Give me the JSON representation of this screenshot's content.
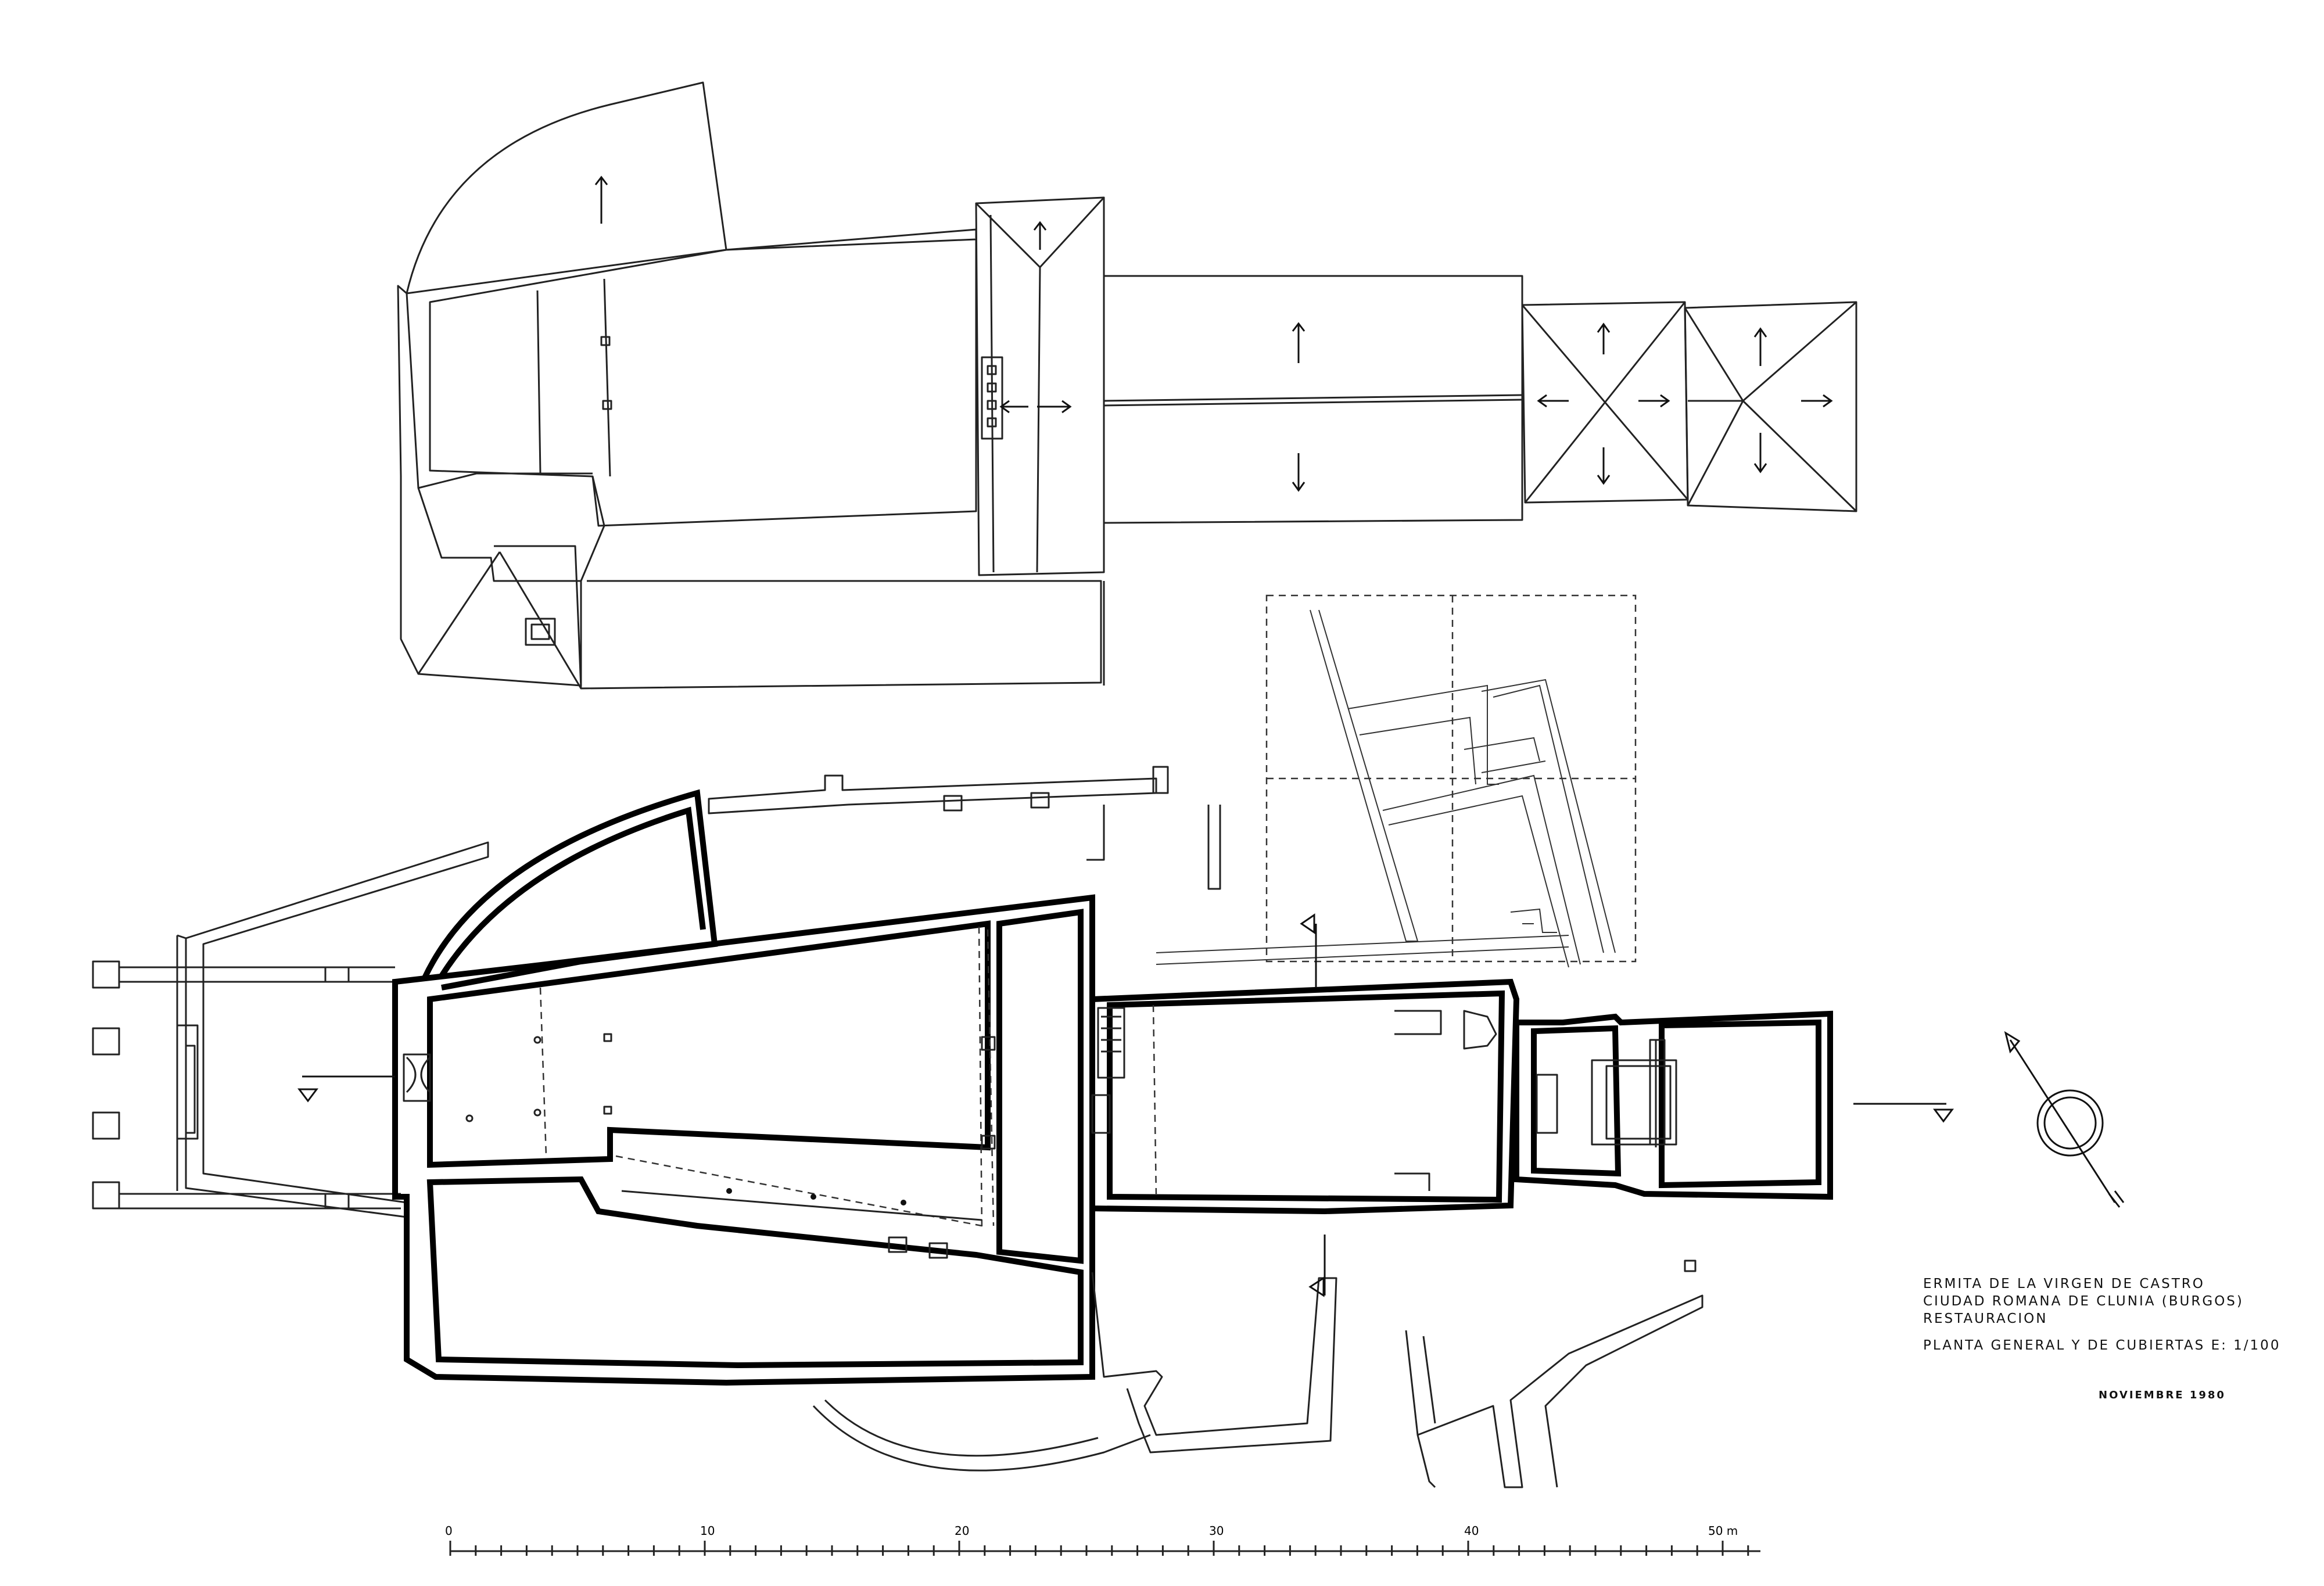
{
  "title_block": {
    "line1": "ERMITA  DE LA  VIRGEN  DE CASTRO",
    "line2": "CIUDAD  ROMANA  DE  CLUNIA  (BURGOS)",
    "line3": "RESTAURACION",
    "line4": "PLANTA  GENERAL  Y  DE  CUBIERTAS    E: 1/100",
    "date": "NOVIEMBRE    1980"
  },
  "scale_bar": {
    "labels": [
      "0",
      "10",
      "20",
      "30",
      "40",
      "50 m"
    ]
  },
  "colors": {
    "ink": "#111111",
    "paper": "#ffffff"
  },
  "icons": [
    "north-arrow-icon",
    "section-arrow-icon",
    "roof-slope-arrow-icon"
  ]
}
